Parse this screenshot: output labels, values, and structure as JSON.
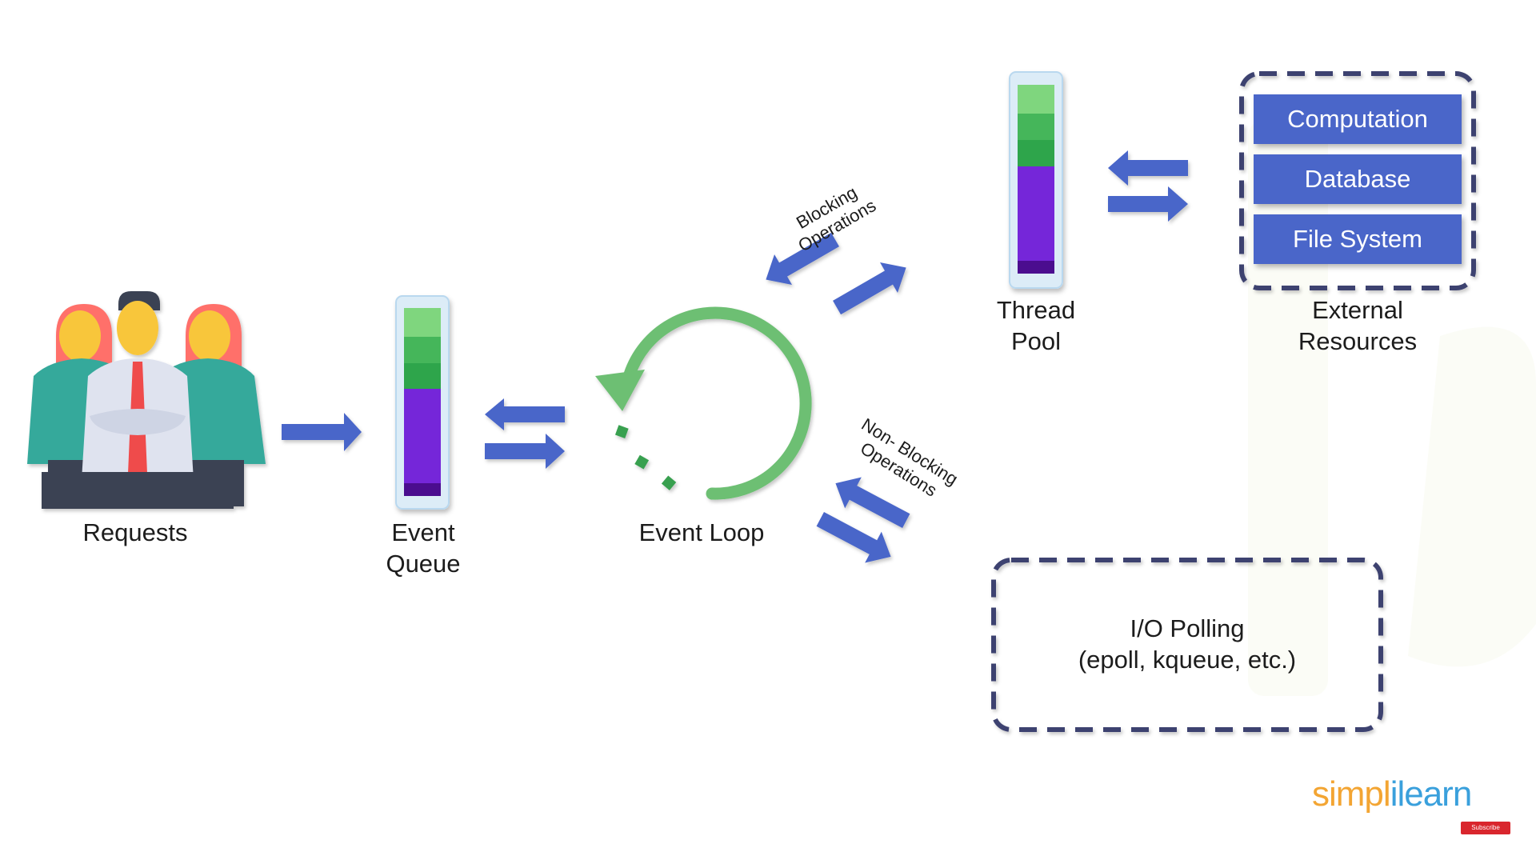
{
  "labels": {
    "requests": "Requests",
    "event_queue_line1": "Event",
    "event_queue_line2": "Queue",
    "event_loop": "Event Loop",
    "thread_pool_line1": "Thread",
    "thread_pool_line2": "Pool",
    "external_line1": "External",
    "external_line2": "Resources",
    "blocking_line1": "Blocking",
    "blocking_line2": "Operations",
    "nonblocking_line1": "Non- Blocking",
    "nonblocking_line2": "Operations",
    "io_line1": "I/O Polling",
    "io_line2": "(epoll, kqueue, etc.)"
  },
  "external_resources": [
    "Computation",
    "Database",
    "File System"
  ],
  "logo": {
    "part1": "simpl",
    "part2": "ilearn"
  },
  "youtube_badge": "Subscribe",
  "colors": {
    "arrow": "#4a66c9",
    "box": "#4a66c9",
    "loop": "#6dbf73",
    "dashed_border": "#3d4270",
    "queue_green_light": "#7fd67e",
    "queue_green": "#45b65a",
    "queue_purple": "#7426d9",
    "queue_purple_dark": "#4b0d8f"
  }
}
